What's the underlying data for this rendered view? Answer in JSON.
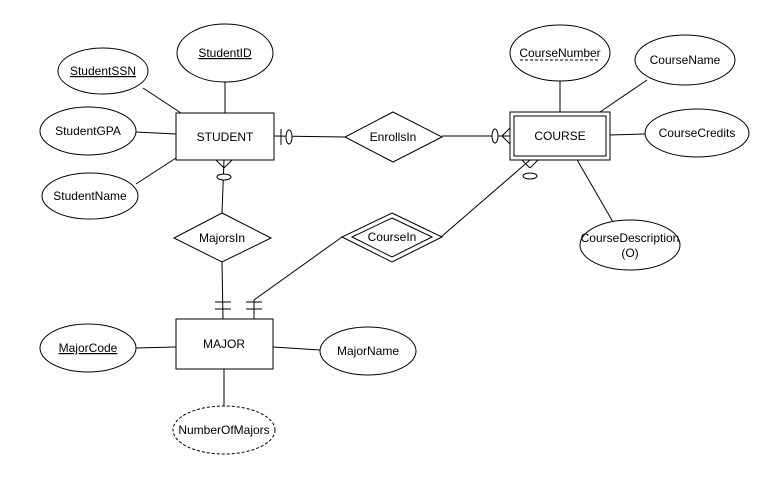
{
  "entities": {
    "student": "STUDENT",
    "course": "COURSE",
    "major": "MAJOR"
  },
  "relationships": {
    "enrolls_in": "EnrollsIn",
    "majors_in": "MajorsIn",
    "course_in": "CourseIn"
  },
  "attributes": {
    "student_ssn": "StudentSSN",
    "student_id": "StudentID",
    "student_gpa": "StudentGPA",
    "student_name": "StudentName",
    "course_number": "CourseNumber",
    "course_name": "CourseName",
    "course_credits": "CourseCredits",
    "course_description_line1": "CourseDescription",
    "course_description_line2": "(O)",
    "major_code": "MajorCode",
    "major_name": "MajorName",
    "number_of_majors": "NumberOfMajors"
  },
  "colors": {
    "stroke": "#000000",
    "fill": "#ffffff"
  }
}
